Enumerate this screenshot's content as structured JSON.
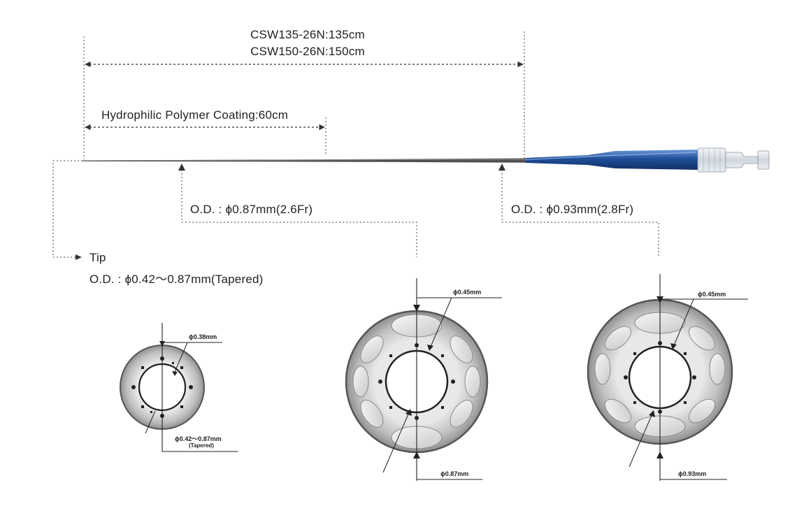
{
  "length": {
    "line1": "CSW135-26N:135cm",
    "line2": "CSW150-26N:150cm"
  },
  "coating": {
    "label": "Hydrophilic Polymer Coating:60cm"
  },
  "od_mid": {
    "label": "O.D. : ϕ0.87mm(2.6Fr)"
  },
  "od_proximal": {
    "label": "O.D. : ϕ0.93mm(2.8Fr)"
  },
  "tip": {
    "label": "Tip",
    "od_label": "O.D. : ϕ0.42〜0.87mm(Tapered)"
  },
  "cross_sections": {
    "tip": {
      "inner_label": "ϕ0.38mm",
      "outer_label": "ϕ0.42〜0.87mm",
      "outer_note": "(Tapered)"
    },
    "mid": {
      "inner_label": "ϕ0.45mm",
      "outer_label": "ϕ0.87mm"
    },
    "proximal": {
      "inner_label": "ϕ0.45mm",
      "outer_label": "ϕ0.93mm"
    }
  },
  "colors": {
    "shaft": "#4a4a4a",
    "hub_blue": "#1f4f9a",
    "lines": "#333333"
  }
}
